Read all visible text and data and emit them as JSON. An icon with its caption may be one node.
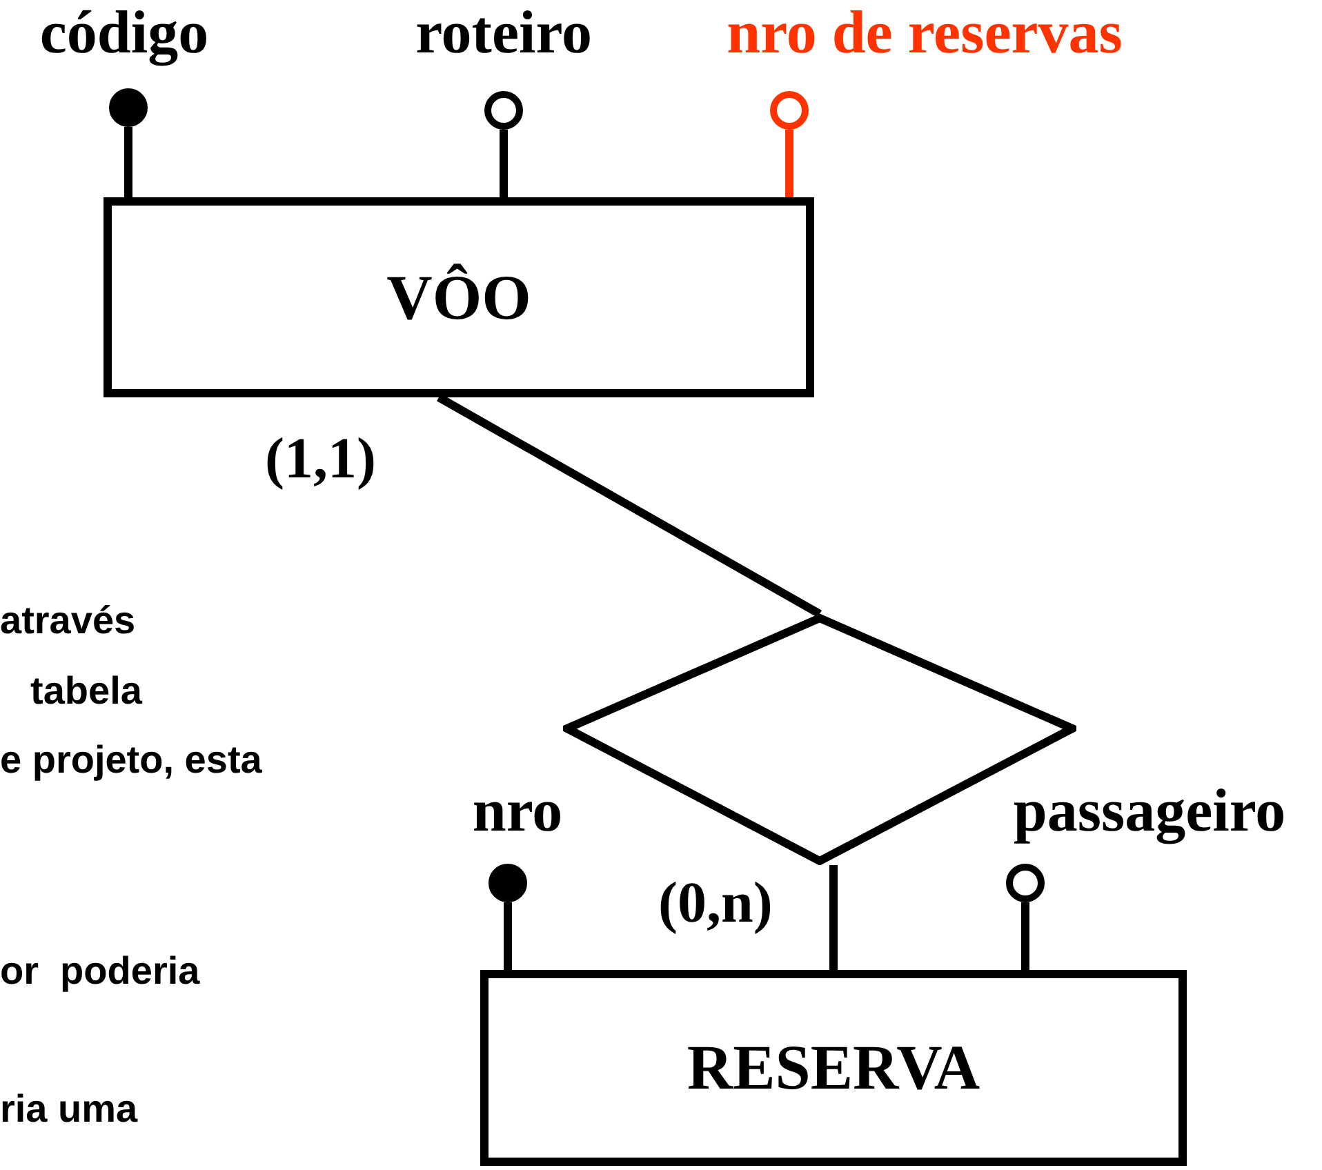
{
  "diagram": {
    "nodes": [
      {
        "text": [],
        "shape": "dot",
        "beside": [
          "código"
        ]
      },
      {
        "text": [],
        "shape": "circle",
        "beside": [
          "roteiro"
        ]
      },
      {
        "text": [],
        "shape": "circle",
        "beside": [
          "nro de reservas"
        ]
      },
      {
        "text": [
          "VÔO"
        ]
      },
      {
        "text": [],
        "shape": "diamond"
      },
      {
        "text": [],
        "shape": "dot",
        "beside": [
          "nro"
        ]
      },
      {
        "text": [],
        "shape": "circle",
        "beside": [
          "passageiro"
        ]
      },
      {
        "text": [
          "RESERVA"
        ]
      }
    ],
    "edges": [
      {
        "from": 3,
        "to": 0,
        "arrow": "none"
      },
      {
        "from": 3,
        "to": 1,
        "arrow": "none"
      },
      {
        "from": 3,
        "to": 2,
        "arrow": "none",
        "color": "#ff3300"
      },
      {
        "from": 3,
        "to": 4,
        "arrow": "none"
      },
      {
        "from": 4,
        "to": 7,
        "arrow": "none"
      },
      {
        "from": 7,
        "to": 5,
        "arrow": "none"
      },
      {
        "from": 7,
        "to": 6,
        "arrow": "none"
      }
    ],
    "labels": [
      "(1,1)",
      "(0,n)",
      "através",
      "tabela",
      "e projeto, esta",
      "or  poderia",
      "ria uma"
    ]
  }
}
